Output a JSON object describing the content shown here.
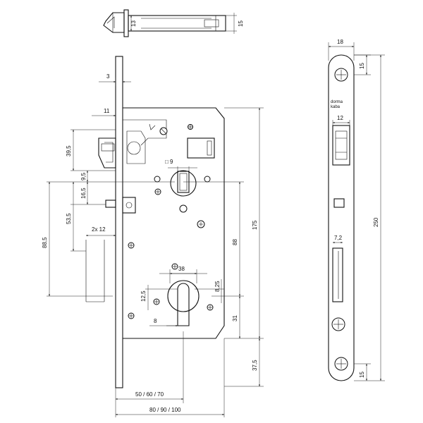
{
  "top_view": {
    "dims": [
      "13",
      "15"
    ]
  },
  "front_view": {
    "dims": {
      "faceplate_thickness": "3",
      "latch_offset": "11",
      "latch_height": "39,5",
      "follower_offset": "9,5",
      "deadbolt_offset": "16,5",
      "follower_to_cylinder": "53,5",
      "backset_overall": "88,5",
      "bolt_throw": "2x 12",
      "follower_square": "□ 9",
      "height_175": "175",
      "center_distance": "88",
      "cylinder_width": "38",
      "cylinder_825": "8,25",
      "cylinder_125": "12,5",
      "cylinder_8": "8",
      "cylinder_31": "31",
      "bottom_375": "37,5",
      "backset": "50 / 60 / 70",
      "case_depth": "80 / 90 / 100"
    }
  },
  "side_view": {
    "dims": {
      "faceplate_width": "18",
      "screw_top": "15",
      "latch_width": "12",
      "bolt_width": "7,2",
      "total_height": "250",
      "screw_bottom": "15"
    },
    "brand_line1": "dorma",
    "brand_line2": "kaba"
  }
}
